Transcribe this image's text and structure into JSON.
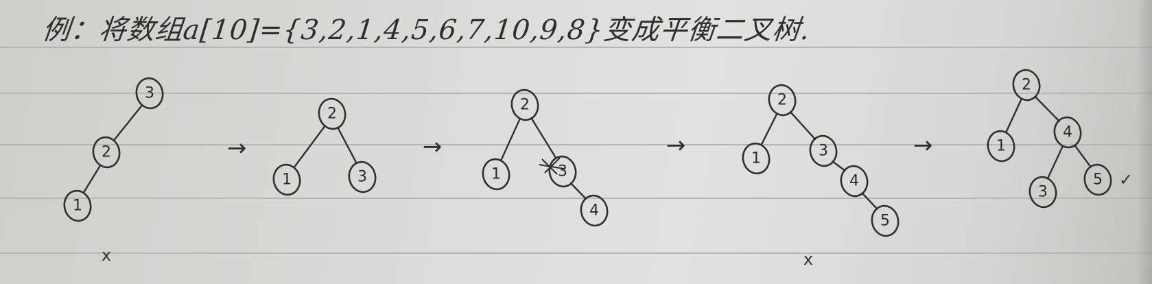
{
  "note": {
    "title": "例：将数组a[10]={3,2,1,4,5,6,7,10,9,8}变成平衡二叉树."
  },
  "trees": [
    {
      "id": "step1",
      "verdict": "x",
      "nodes": [
        {
          "label": "3"
        },
        {
          "label": "2"
        },
        {
          "label": "1"
        }
      ]
    },
    {
      "id": "step2",
      "verdict": "",
      "nodes": [
        {
          "label": "2"
        },
        {
          "label": "1"
        },
        {
          "label": "3"
        }
      ]
    },
    {
      "id": "step3",
      "verdict": "",
      "nodes": [
        {
          "label": "2"
        },
        {
          "label": "1"
        },
        {
          "label": "3"
        },
        {
          "label": "4"
        }
      ]
    },
    {
      "id": "step4",
      "verdict": "x",
      "nodes": [
        {
          "label": "2"
        },
        {
          "label": "1"
        },
        {
          "label": "3"
        },
        {
          "label": "4"
        },
        {
          "label": "5"
        }
      ]
    },
    {
      "id": "step5",
      "verdict": "✓",
      "nodes": [
        {
          "label": "2"
        },
        {
          "label": "1"
        },
        {
          "label": "4"
        },
        {
          "label": "3"
        },
        {
          "label": "5"
        }
      ]
    }
  ],
  "arrows": [
    "→",
    "→",
    "→",
    "→"
  ],
  "colors": {
    "ink": "#2f2f2f",
    "paper": "#dadad6",
    "rule": "#b6b6b4"
  }
}
